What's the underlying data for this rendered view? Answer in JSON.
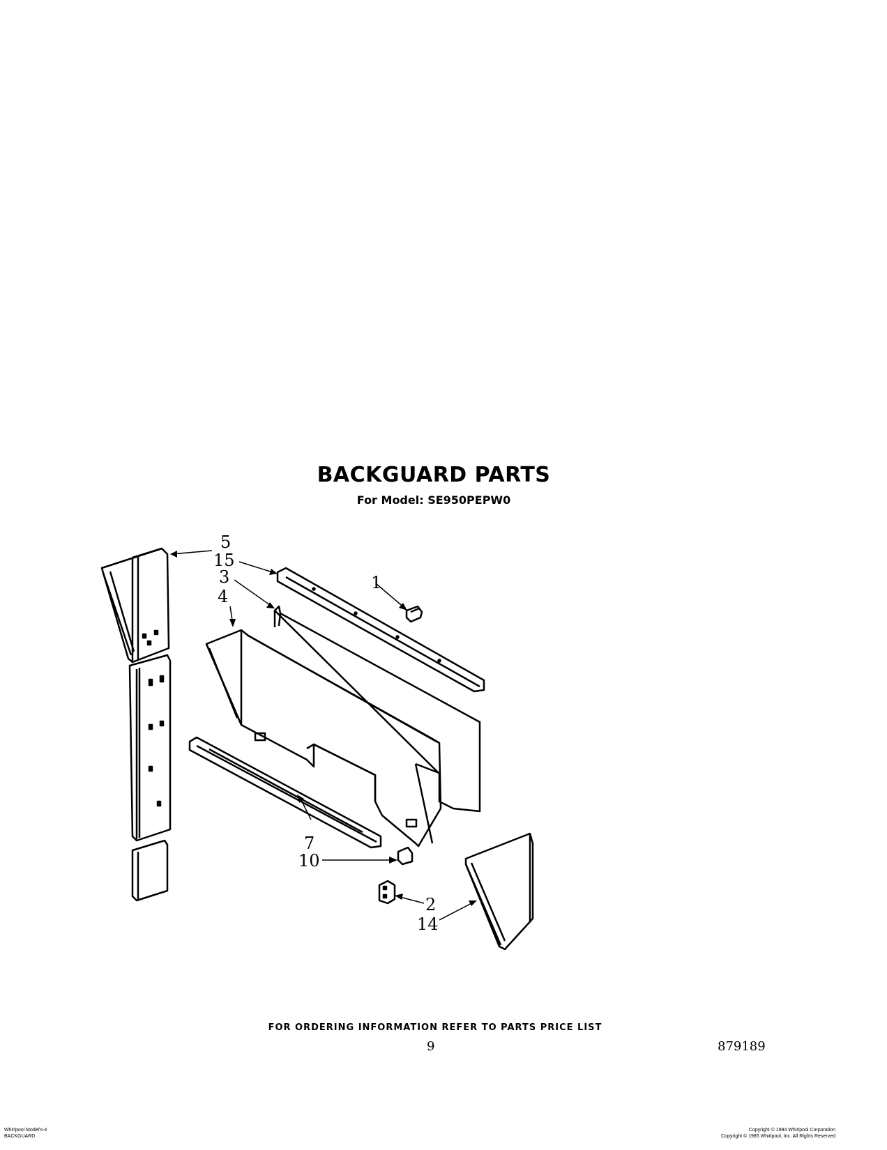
{
  "header": {
    "title": "BACKGUARD PARTS",
    "subtitle": "For Model: SE950PEPW0"
  },
  "callouts": [
    {
      "id": "5",
      "label": "5"
    },
    {
      "id": "15",
      "label": "15"
    },
    {
      "id": "3",
      "label": "3"
    },
    {
      "id": "4",
      "label": "4"
    },
    {
      "id": "1",
      "label": "1"
    },
    {
      "id": "7",
      "label": "7"
    },
    {
      "id": "10",
      "label": "10"
    },
    {
      "id": "2",
      "label": "2"
    },
    {
      "id": "14",
      "label": "14"
    }
  ],
  "footer": {
    "ordering_note": "FOR ORDERING INFORMATION REFER TO PARTS PRICE LIST",
    "page_number": "9",
    "doc_number": "879189",
    "left_small_line1": "Whirlpool Model's-4",
    "left_small_line2": "BACKGUARD",
    "right_small_line1": "Copyright © 1994 Whirlpool Corporation",
    "right_small_line2": "Copyright © 1985 Whirlpool, Inc. All Rights Reserved"
  }
}
